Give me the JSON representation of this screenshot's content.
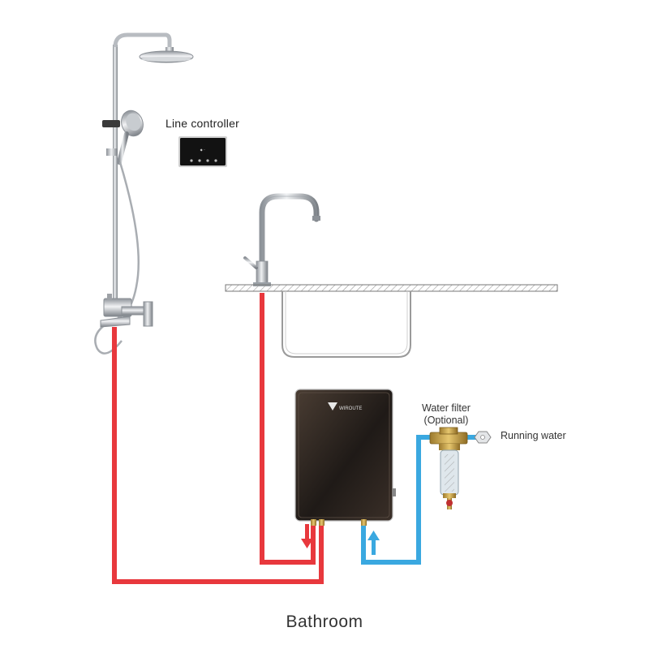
{
  "labels": {
    "line_controller": "Line controller",
    "water_filter_line1": "Water filter",
    "water_filter_line2": "(Optional)",
    "running_water": "Running water",
    "caption": "Bathroom"
  },
  "heater": {
    "brand": "WIROUTE"
  },
  "colors": {
    "hot_pipe": "#e8383d",
    "cold_pipe": "#3aa8e0",
    "chrome": "#c9cdd2",
    "heater_body": "#2a2420",
    "brass": "#c8a24a"
  },
  "icons": [
    "rain-shower-head-icon",
    "hand-shower-icon",
    "mixer-valve-icon",
    "kitchen-faucet-icon",
    "sink-basin-icon",
    "water-heater-icon",
    "water-filter-icon",
    "inlet-valve-icon",
    "line-controller-panel-icon",
    "flow-arrow-down-icon",
    "flow-arrow-up-icon"
  ]
}
